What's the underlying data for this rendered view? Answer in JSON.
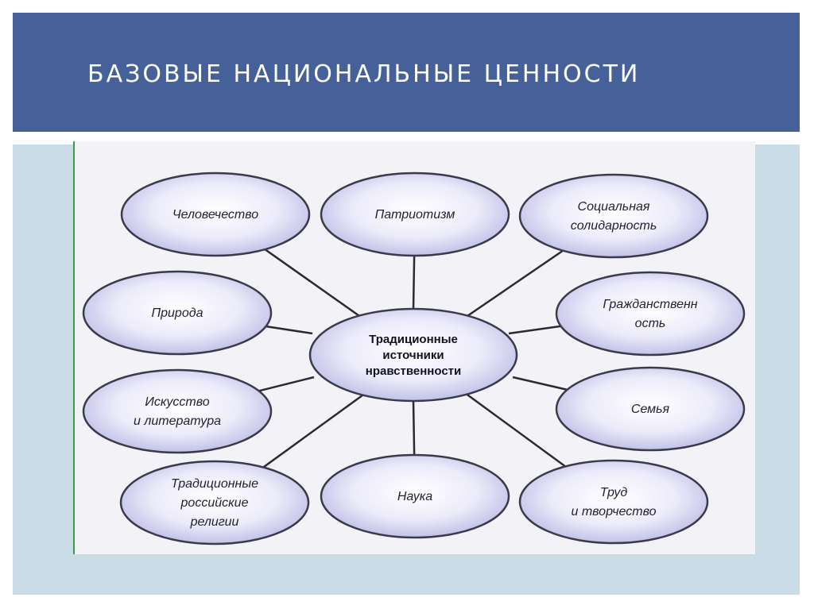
{
  "slide": {
    "title": "БАЗОВЫЕ НАЦИОНАЛЬНЫЕ ЦЕННОСТИ"
  },
  "diagram": {
    "center": {
      "lines": [
        "Традиционные",
        "источники",
        "нравственности"
      ]
    },
    "nodes": [
      {
        "id": "humanity",
        "lines": [
          "Человечество"
        ]
      },
      {
        "id": "patriotism",
        "lines": [
          "Патриотизм"
        ]
      },
      {
        "id": "social-solidarity",
        "lines": [
          "Социальная",
          "солидарность"
        ]
      },
      {
        "id": "nature",
        "lines": [
          "Природа"
        ]
      },
      {
        "id": "citizenship",
        "lines": [
          "Гражданственн",
          "ость"
        ]
      },
      {
        "id": "art-literature",
        "lines": [
          "Искусство",
          "и литература"
        ]
      },
      {
        "id": "family",
        "lines": [
          "Семья"
        ]
      },
      {
        "id": "traditional-religions",
        "lines": [
          "Традиционные",
          "российские",
          "религии"
        ]
      },
      {
        "id": "science",
        "lines": [
          "Наука"
        ]
      },
      {
        "id": "labor-creativity",
        "lines": [
          "Труд",
          "и творчество"
        ]
      }
    ]
  },
  "colors": {
    "title_bar": "#46609a",
    "panel": "#c9dce6",
    "ellipse_fill_center": "#ffffff",
    "ellipse_fill_edge": "#b8b8e4",
    "ellipse_stroke": "#3a3a4a",
    "connector": "#2a2a30"
  }
}
